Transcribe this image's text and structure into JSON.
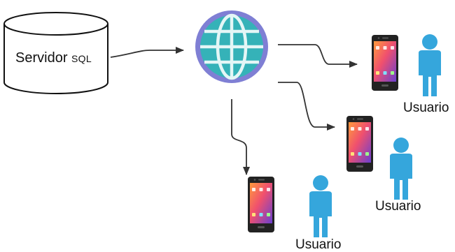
{
  "database": {
    "label_main": "Servidor ",
    "label_small": "SQL",
    "icon": "database-cylinder-icon"
  },
  "network": {
    "icon": "globe-icon"
  },
  "users": [
    {
      "label": "Usuario",
      "icons": [
        "smartphone-icon",
        "user-icon"
      ]
    },
    {
      "label": "Usuario",
      "icons": [
        "smartphone-icon",
        "user-icon"
      ]
    },
    {
      "label": "Usuario",
      "icons": [
        "smartphone-icon",
        "user-icon"
      ]
    }
  ],
  "colors": {
    "globe_rim": "#7f7fd4",
    "globe_fill": "#35b2b8",
    "globe_lines": "#e4f6f6",
    "user_figure": "#35a6dc",
    "arrow": "#333333",
    "phone_body": "#222222"
  }
}
